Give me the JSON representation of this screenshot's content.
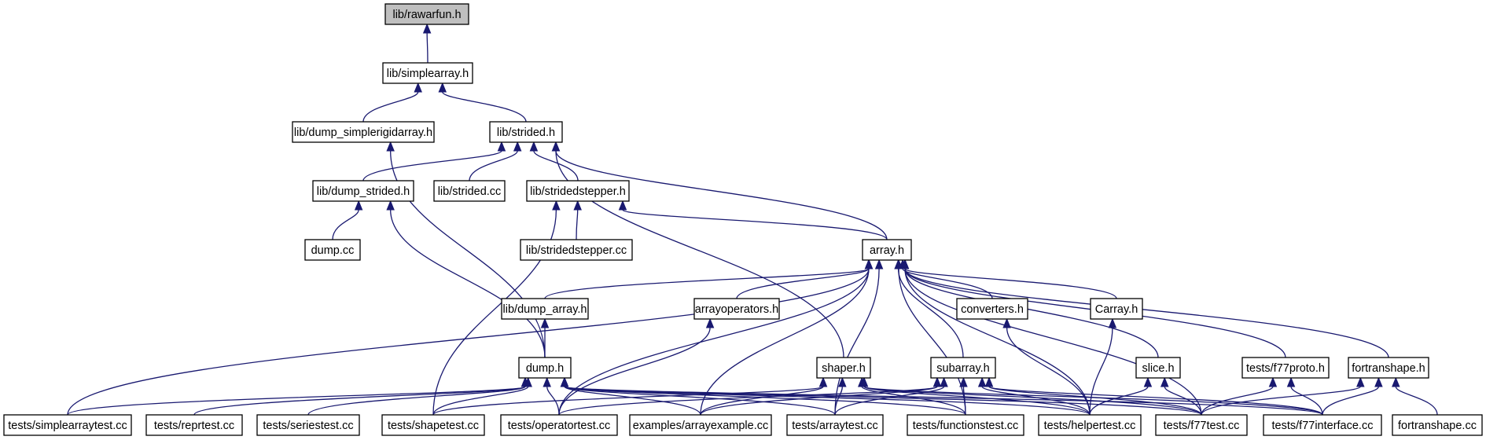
{
  "diagram": {
    "nodes": [
      {
        "id": "rawarfun",
        "label": "lib/rawarfun.h"
      },
      {
        "id": "simplearray",
        "label": "lib/simplearray.h"
      },
      {
        "id": "dump_simplerigid",
        "label": "lib/dump_simplerigidarray.h"
      },
      {
        "id": "strided_h",
        "label": "lib/strided.h"
      },
      {
        "id": "dump_strided",
        "label": "lib/dump_strided.h"
      },
      {
        "id": "strided_cc",
        "label": "lib/strided.cc"
      },
      {
        "id": "stridedstepper_h",
        "label": "lib/stridedstepper.h"
      },
      {
        "id": "dump_cc",
        "label": "dump.cc"
      },
      {
        "id": "stridedstepper_cc",
        "label": "lib/stridedstepper.cc"
      },
      {
        "id": "array_h",
        "label": "array.h"
      },
      {
        "id": "dump_array",
        "label": "lib/dump_array.h"
      },
      {
        "id": "arrayoperators",
        "label": "arrayoperators.h"
      },
      {
        "id": "converters",
        "label": "converters.h"
      },
      {
        "id": "carray",
        "label": "Carray.h"
      },
      {
        "id": "dump_h",
        "label": "dump.h"
      },
      {
        "id": "shaper",
        "label": "shaper.h"
      },
      {
        "id": "subarray",
        "label": "subarray.h"
      },
      {
        "id": "slice",
        "label": "slice.h"
      },
      {
        "id": "f77proto",
        "label": "tests/f77proto.h"
      },
      {
        "id": "fortranshape_h",
        "label": "fortranshape.h"
      },
      {
        "id": "simplearraytest",
        "label": "tests/simplearraytest.cc"
      },
      {
        "id": "reprtest",
        "label": "tests/reprtest.cc"
      },
      {
        "id": "seriestest",
        "label": "tests/seriestest.cc"
      },
      {
        "id": "shapetest",
        "label": "tests/shapetest.cc"
      },
      {
        "id": "operatortest",
        "label": "tests/operatortest.cc"
      },
      {
        "id": "arrayexample",
        "label": "examples/arrayexample.cc"
      },
      {
        "id": "arraytest",
        "label": "tests/arraytest.cc"
      },
      {
        "id": "functionstest",
        "label": "tests/functionstest.cc"
      },
      {
        "id": "helpertest",
        "label": "tests/helpertest.cc"
      },
      {
        "id": "f77test",
        "label": "tests/f77test.cc"
      },
      {
        "id": "f77interface",
        "label": "tests/f77interface.cc"
      },
      {
        "id": "fortranshape_cc",
        "label": "fortranshape.cc"
      }
    ],
    "edges": [
      [
        "simplearray",
        "rawarfun"
      ],
      [
        "dump_simplerigid",
        "simplearray"
      ],
      [
        "strided_h",
        "simplearray"
      ],
      [
        "dump_strided",
        "strided_h"
      ],
      [
        "strided_cc",
        "strided_h"
      ],
      [
        "stridedstepper_h",
        "strided_h"
      ],
      [
        "shaper",
        "strided_h"
      ],
      [
        "array_h",
        "strided_h"
      ],
      [
        "dump_h",
        "dump_simplerigid"
      ],
      [
        "dump_cc",
        "dump_strided"
      ],
      [
        "dump_h",
        "dump_strided"
      ],
      [
        "stridedstepper_cc",
        "stridedstepper_h"
      ],
      [
        "shapetest",
        "stridedstepper_h"
      ],
      [
        "array_h",
        "stridedstepper_h"
      ],
      [
        "dump_array",
        "array_h"
      ],
      [
        "arrayoperators",
        "array_h"
      ],
      [
        "converters",
        "array_h"
      ],
      [
        "carray",
        "array_h"
      ],
      [
        "subarray",
        "array_h"
      ],
      [
        "slice",
        "array_h"
      ],
      [
        "f77proto",
        "array_h"
      ],
      [
        "fortranshape_h",
        "array_h"
      ],
      [
        "simplearraytest",
        "array_h"
      ],
      [
        "operatortest",
        "array_h"
      ],
      [
        "arrayexample",
        "array_h"
      ],
      [
        "arraytest",
        "array_h"
      ],
      [
        "functionstest",
        "array_h"
      ],
      [
        "helpertest",
        "array_h"
      ],
      [
        "f77test",
        "array_h"
      ],
      [
        "dump_h",
        "dump_array"
      ],
      [
        "operatortest",
        "arrayoperators"
      ],
      [
        "helpertest",
        "converters"
      ],
      [
        "helpertest",
        "carray"
      ],
      [
        "simplearraytest",
        "dump_h"
      ],
      [
        "reprtest",
        "dump_h"
      ],
      [
        "seriestest",
        "dump_h"
      ],
      [
        "shapetest",
        "dump_h"
      ],
      [
        "operatortest",
        "dump_h"
      ],
      [
        "arrayexample",
        "dump_h"
      ],
      [
        "arraytest",
        "dump_h"
      ],
      [
        "functionstest",
        "dump_h"
      ],
      [
        "helpertest",
        "dump_h"
      ],
      [
        "f77test",
        "dump_h"
      ],
      [
        "f77interface",
        "dump_h"
      ],
      [
        "shapetest",
        "shaper"
      ],
      [
        "arrayexample",
        "shaper"
      ],
      [
        "arraytest",
        "shaper"
      ],
      [
        "functionstest",
        "shaper"
      ],
      [
        "helpertest",
        "shaper"
      ],
      [
        "f77test",
        "shaper"
      ],
      [
        "f77interface",
        "shaper"
      ],
      [
        "operatortest",
        "subarray"
      ],
      [
        "arrayexample",
        "subarray"
      ],
      [
        "arraytest",
        "subarray"
      ],
      [
        "functionstest",
        "subarray"
      ],
      [
        "helpertest",
        "subarray"
      ],
      [
        "f77test",
        "subarray"
      ],
      [
        "f77interface",
        "subarray"
      ],
      [
        "helpertest",
        "slice"
      ],
      [
        "f77test",
        "slice"
      ],
      [
        "f77test",
        "f77proto"
      ],
      [
        "f77interface",
        "f77proto"
      ],
      [
        "f77test",
        "fortranshape_h"
      ],
      [
        "f77interface",
        "fortranshape_h"
      ],
      [
        "fortranshape_cc",
        "fortranshape_h"
      ]
    ],
    "colors": {
      "edge": "#191970",
      "root_fill": "#bfbfbf",
      "node_fill": "#ffffff",
      "node_border": "#000000"
    }
  }
}
